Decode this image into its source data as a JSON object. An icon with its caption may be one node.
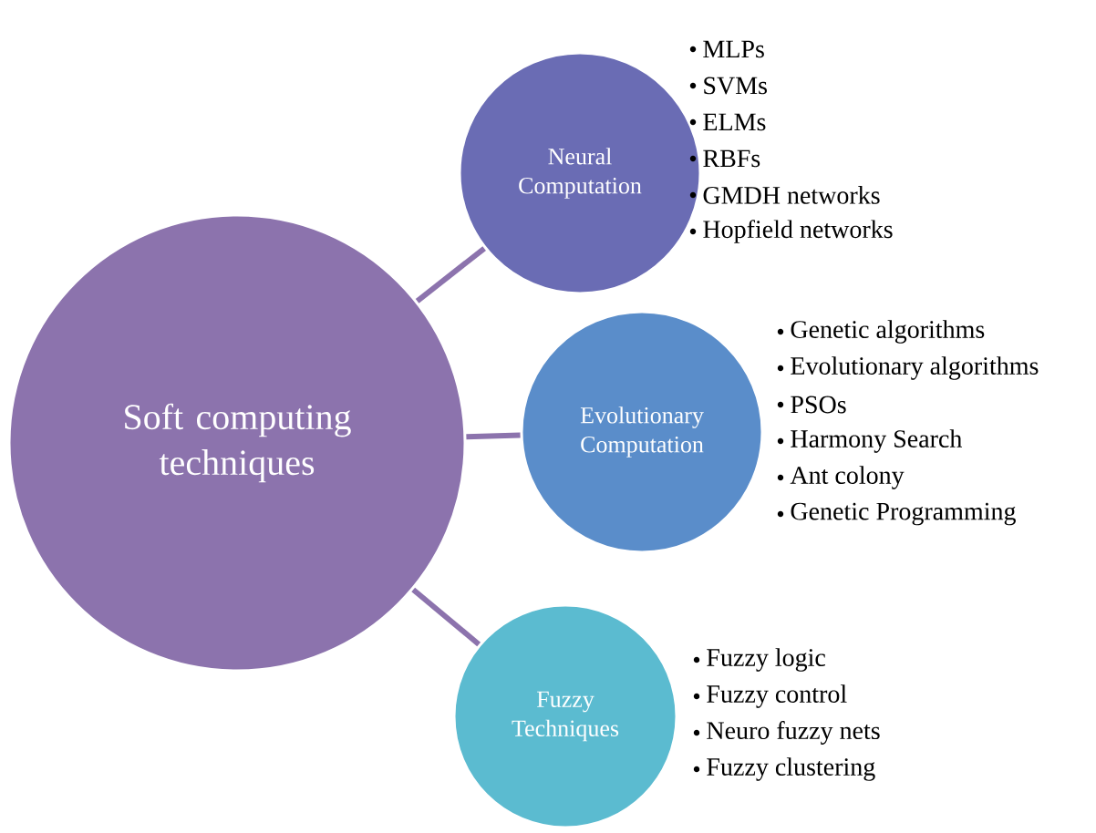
{
  "diagram": {
    "nodes": [
      {
        "text": [
          "Soft computing techniques"
        ]
      },
      {
        "text": [
          "Neural Computation"
        ],
        "beside": [
          "MLPs",
          "SVMs",
          "ELMs",
          "RBFs",
          "GMDH networks",
          "Hopfield networks"
        ]
      },
      {
        "text": [
          "Evolutionary Computation"
        ],
        "beside": [
          "Genetic algorithms",
          "Evolutionary algorithms",
          "PSOs",
          "Harmony Search",
          "Ant colony",
          "Genetic Programming"
        ]
      },
      {
        "text": [
          "Fuzzy Techniques"
        ],
        "beside": [
          "Fuzzy logic",
          "Fuzzy control",
          "Neuro fuzzy nets",
          "Fuzzy clustering"
        ]
      }
    ],
    "edges": [
      {
        "from": 0,
        "to": 1,
        "arrow": "none"
      },
      {
        "from": 0,
        "to": 2,
        "arrow": "none"
      },
      {
        "from": 0,
        "to": 3,
        "arrow": "none"
      }
    ]
  }
}
